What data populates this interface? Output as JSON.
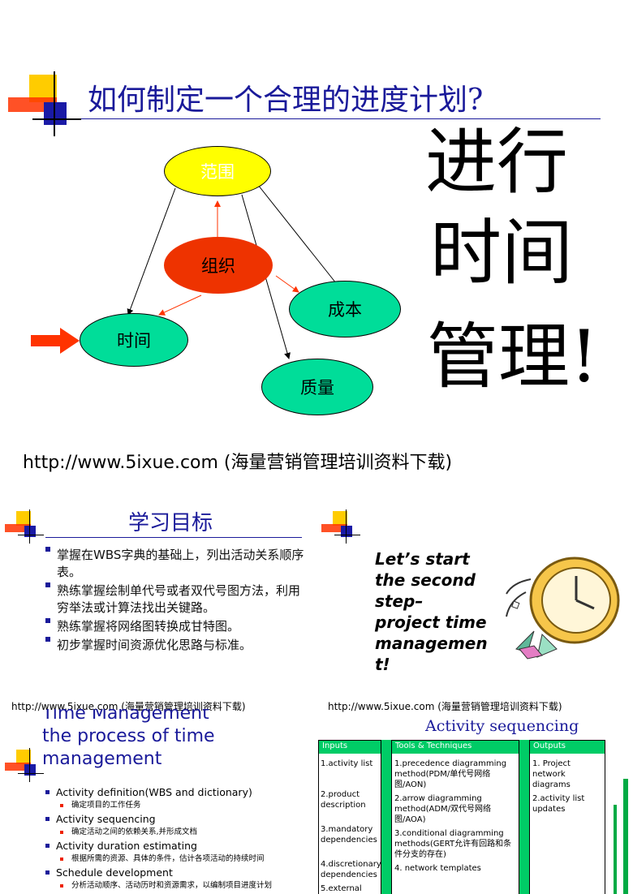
{
  "slide1": {
    "title": "如何制定一个合理的进度计划?",
    "nodes": {
      "scope": "范围",
      "org": "组织",
      "cost": "成本",
      "time": "时间",
      "quality": "质量"
    },
    "big_text": [
      "进行",
      "时间",
      "管理!"
    ],
    "footer": "http://www.5ixue.com  (海量营销管理培训资料下载)",
    "colors": {
      "scope": "#ffff00",
      "org": "#ee3300",
      "green": "#00dd99",
      "arrow": "#ff3300"
    }
  },
  "slide2": {
    "title": "学习目标",
    "bullets": [
      "掌握在WBS字典的基础上，列出活动关系顺序表。",
      "熟练掌握绘制单代号或者双代号图方法，利用穷举法或计算法找出关键路。",
      "熟练掌握将网络图转换成甘特图。",
      "初步掌握时间资源优化思路与标准。"
    ],
    "footer": "http://www.5ixue.com  (海量营销管理培训资料下载)"
  },
  "slide3": {
    "lines": [
      "Let’s start",
      "the second",
      "step–",
      "project time",
      "managemen",
      "t!"
    ],
    "footer": "http://www.5ixue.com  (海量营销管理培训资料下载)"
  },
  "slide4": {
    "title_lines": [
      "Time Management",
      "the process of time",
      "management"
    ],
    "items": [
      {
        "main": "Activity definition(WBS and dictionary)",
        "sub": "确定项目的工作任务"
      },
      {
        "main": "Activity sequencing",
        "sub": "确定活动之间的依赖关系,并形成文档"
      },
      {
        "main": "Activity duration estimating",
        "sub": "根据所需的资源、具体的条件，估计各项活动的持续时间"
      },
      {
        "main": "Schedule development",
        "sub": "分析活动顺序、活动历时和资源需求，以编制项目进度计划"
      }
    ]
  },
  "slide5": {
    "title": "Activity sequencing",
    "inputs_header": "Inputs",
    "tools_header": "Tools & Techniques",
    "outputs_header": "Outputs",
    "inputs": [
      "1.activity list",
      "2.product description",
      "3.mandatory dependencies",
      "4.discretionary dependencies",
      "5.external"
    ],
    "tools": [
      "1.precedence diagramming method(PDM/单代号网络图/AON)",
      "2.arrow diagramming method(ADM/双代号网络图/AOA)",
      "3.conditional diagramming methods(GERT允许有回路和条件分支的存在)",
      "4. network templates"
    ],
    "outputs": [
      "1. Project network diagrams",
      "2.activity list updates"
    ]
  }
}
